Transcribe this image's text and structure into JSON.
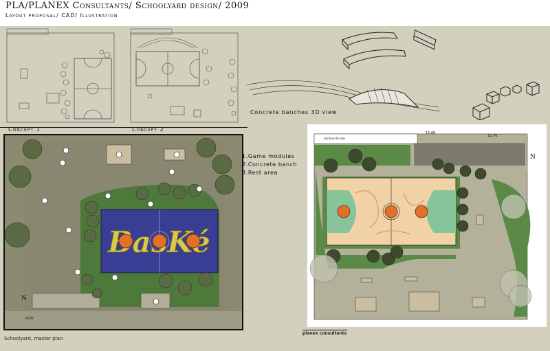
{
  "header": {
    "title": "PLA/PLANEX Consultants/ Schoolyard design/ 2009",
    "subtitle": "Layout proposal/ CAD/ Illustration"
  },
  "captions": {
    "concept1": "Concept 1",
    "concept2": "Concept 2",
    "benches": "Concrete banches 3D view"
  },
  "legend": {
    "items": [
      "1.Game modules",
      "2.Concrete banch",
      "3.Rest area"
    ]
  },
  "plan_labels": {
    "court_text": "BasKé",
    "north": "N",
    "dim1": "15,68",
    "dim2": "15,76",
    "right_label": "bordure de bois",
    "rcw": "RCW"
  },
  "footer": {
    "left_title": "Schoolyard, master plan",
    "right_brand": "planex consultants"
  },
  "colors": {
    "background": "#d3d0bd",
    "court_blue": "#3a3d94",
    "court_yellow": "#d8c94a",
    "court_peach": "#f1d2a6",
    "grass": "#5a8a45",
    "tree": "#4d5a3a"
  }
}
